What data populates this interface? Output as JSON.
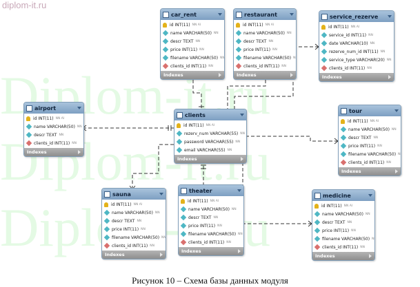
{
  "site_label": "diplom-it.ru",
  "watermark": "Diplom-it.ru",
  "caption": "Рисунок 10 – Схема базы данных модуля",
  "tables": {
    "car_rent": {
      "name": "car_rent",
      "footer": "Indexes",
      "columns": [
        {
          "text": "id INT(11)",
          "tail": "NN AI",
          "icon": "key-icon"
        },
        {
          "text": "name VARCHAR(50)",
          "tail": "NN",
          "icon": "column-icon"
        },
        {
          "text": "descr TEXT",
          "tail": "NN",
          "icon": "column-icon"
        },
        {
          "text": "price INT(11)",
          "tail": "NN",
          "icon": "column-icon"
        },
        {
          "text": "filename VARCHAR(50)",
          "tail": "NN",
          "icon": "column-icon"
        },
        {
          "text": "clients_id INT(11)",
          "tail": "NN",
          "icon": "foreign-key-icon"
        }
      ]
    },
    "restaurant": {
      "name": "restaurant",
      "footer": "Indexes",
      "columns": [
        {
          "text": "id INT(11)",
          "tail": "NN AI",
          "icon": "key-icon"
        },
        {
          "text": "name VARCHAR(50)",
          "tail": "NN",
          "icon": "column-icon"
        },
        {
          "text": "descr TEXT",
          "tail": "NN",
          "icon": "column-icon"
        },
        {
          "text": "price INT(11)",
          "tail": "NN",
          "icon": "column-icon"
        },
        {
          "text": "filename VARCHAR(50)",
          "tail": "NN",
          "icon": "column-icon"
        },
        {
          "text": "clients_id INT(11)",
          "tail": "NN",
          "icon": "foreign-key-icon"
        }
      ]
    },
    "service_rezerve": {
      "name": "service_rezerve",
      "footer": "Indexes",
      "columns": [
        {
          "text": "id INT(11)",
          "tail": "NN AI",
          "icon": "key-icon"
        },
        {
          "text": "service_id INT(11)",
          "tail": "NN",
          "icon": "column-icon"
        },
        {
          "text": "date VARCHAR(10)",
          "tail": "NN",
          "icon": "column-icon"
        },
        {
          "text": "rezerve_num_id INT(11)",
          "tail": "NN",
          "icon": "column-icon"
        },
        {
          "text": "service_type VARCHAR(20)",
          "tail": "NN",
          "icon": "column-icon"
        },
        {
          "text": "clients_id INT(11)",
          "tail": "NN",
          "icon": "foreign-key-icon"
        }
      ]
    },
    "airport": {
      "name": "airport",
      "footer": "Indexes",
      "columns": [
        {
          "text": "id INT(11)",
          "tail": "NN AI",
          "icon": "key-icon"
        },
        {
          "text": "name VARCHAR(50)",
          "tail": "NN",
          "icon": "column-icon"
        },
        {
          "text": "descr TEXT",
          "tail": "NN",
          "icon": "column-icon"
        },
        {
          "text": "clients_id INT(11)",
          "tail": "NN",
          "icon": "foreign-key-icon"
        }
      ]
    },
    "clients": {
      "name": "clients",
      "footer": "Indexes",
      "columns": [
        {
          "text": "id INT(11)",
          "tail": "NN AI",
          "icon": "key-icon"
        },
        {
          "text": "rezerv_num VARCHAR(55)",
          "tail": "NN",
          "icon": "column-icon"
        },
        {
          "text": "password VARCHAR(55)",
          "tail": "NN",
          "icon": "column-icon"
        },
        {
          "text": "email VARCHAR(55)",
          "tail": "NN",
          "icon": "column-icon"
        }
      ]
    },
    "tour": {
      "name": "tour",
      "footer": "Indexes",
      "columns": [
        {
          "text": "id INT(11)",
          "tail": "NN AI",
          "icon": "key-icon"
        },
        {
          "text": "name VARCHAR(50)",
          "tail": "NN",
          "icon": "column-icon"
        },
        {
          "text": "descr TEXT",
          "tail": "NN",
          "icon": "column-icon"
        },
        {
          "text": "price INT(11)",
          "tail": "NN",
          "icon": "column-icon"
        },
        {
          "text": "filename VARCHAR(50)",
          "tail": "NN",
          "icon": "column-icon"
        },
        {
          "text": "clients_id INT(11)",
          "tail": "NN",
          "icon": "foreign-key-icon"
        }
      ]
    },
    "sauna": {
      "name": "sauna",
      "footer": "Indexes",
      "columns": [
        {
          "text": "id INT(11)",
          "tail": "NN AI",
          "icon": "key-icon"
        },
        {
          "text": "name VARCHAR(50)",
          "tail": "NN",
          "icon": "column-icon"
        },
        {
          "text": "descr TEXT",
          "tail": "NN",
          "icon": "column-icon"
        },
        {
          "text": "price INT(11)",
          "tail": "NN",
          "icon": "column-icon"
        },
        {
          "text": "filename VARCHAR(50)",
          "tail": "NN",
          "icon": "column-icon"
        },
        {
          "text": "clients_id INT(11)",
          "tail": "NN",
          "icon": "foreign-key-icon"
        }
      ]
    },
    "theater": {
      "name": "theater",
      "footer": "Indexes",
      "columns": [
        {
          "text": "id INT(11)",
          "tail": "NN AI",
          "icon": "key-icon"
        },
        {
          "text": "name VARCHAR(50)",
          "tail": "NN",
          "icon": "column-icon"
        },
        {
          "text": "descr TEXT",
          "tail": "NN",
          "icon": "column-icon"
        },
        {
          "text": "price INT(11)",
          "tail": "NN",
          "icon": "column-icon"
        },
        {
          "text": "filename VARCHAR(50)",
          "tail": "NN",
          "icon": "column-icon"
        },
        {
          "text": "clients_id INT(11)",
          "tail": "NN",
          "icon": "foreign-key-icon"
        }
      ]
    },
    "medicine": {
      "name": "medicine",
      "footer": "Indexes",
      "columns": [
        {
          "text": "id INT(11)",
          "tail": "NN AI",
          "icon": "key-icon"
        },
        {
          "text": "name VARCHAR(50)",
          "tail": "NN",
          "icon": "column-icon"
        },
        {
          "text": "descr TEXT",
          "tail": "NN",
          "icon": "column-icon"
        },
        {
          "text": "price INT(11)",
          "tail": "NN",
          "icon": "column-icon"
        },
        {
          "text": "filename VARCHAR(50)",
          "tail": "NN",
          "icon": "column-icon"
        },
        {
          "text": "clients_id INT(11)",
          "tail": "NN",
          "icon": "foreign-key-icon"
        }
      ]
    }
  }
}
